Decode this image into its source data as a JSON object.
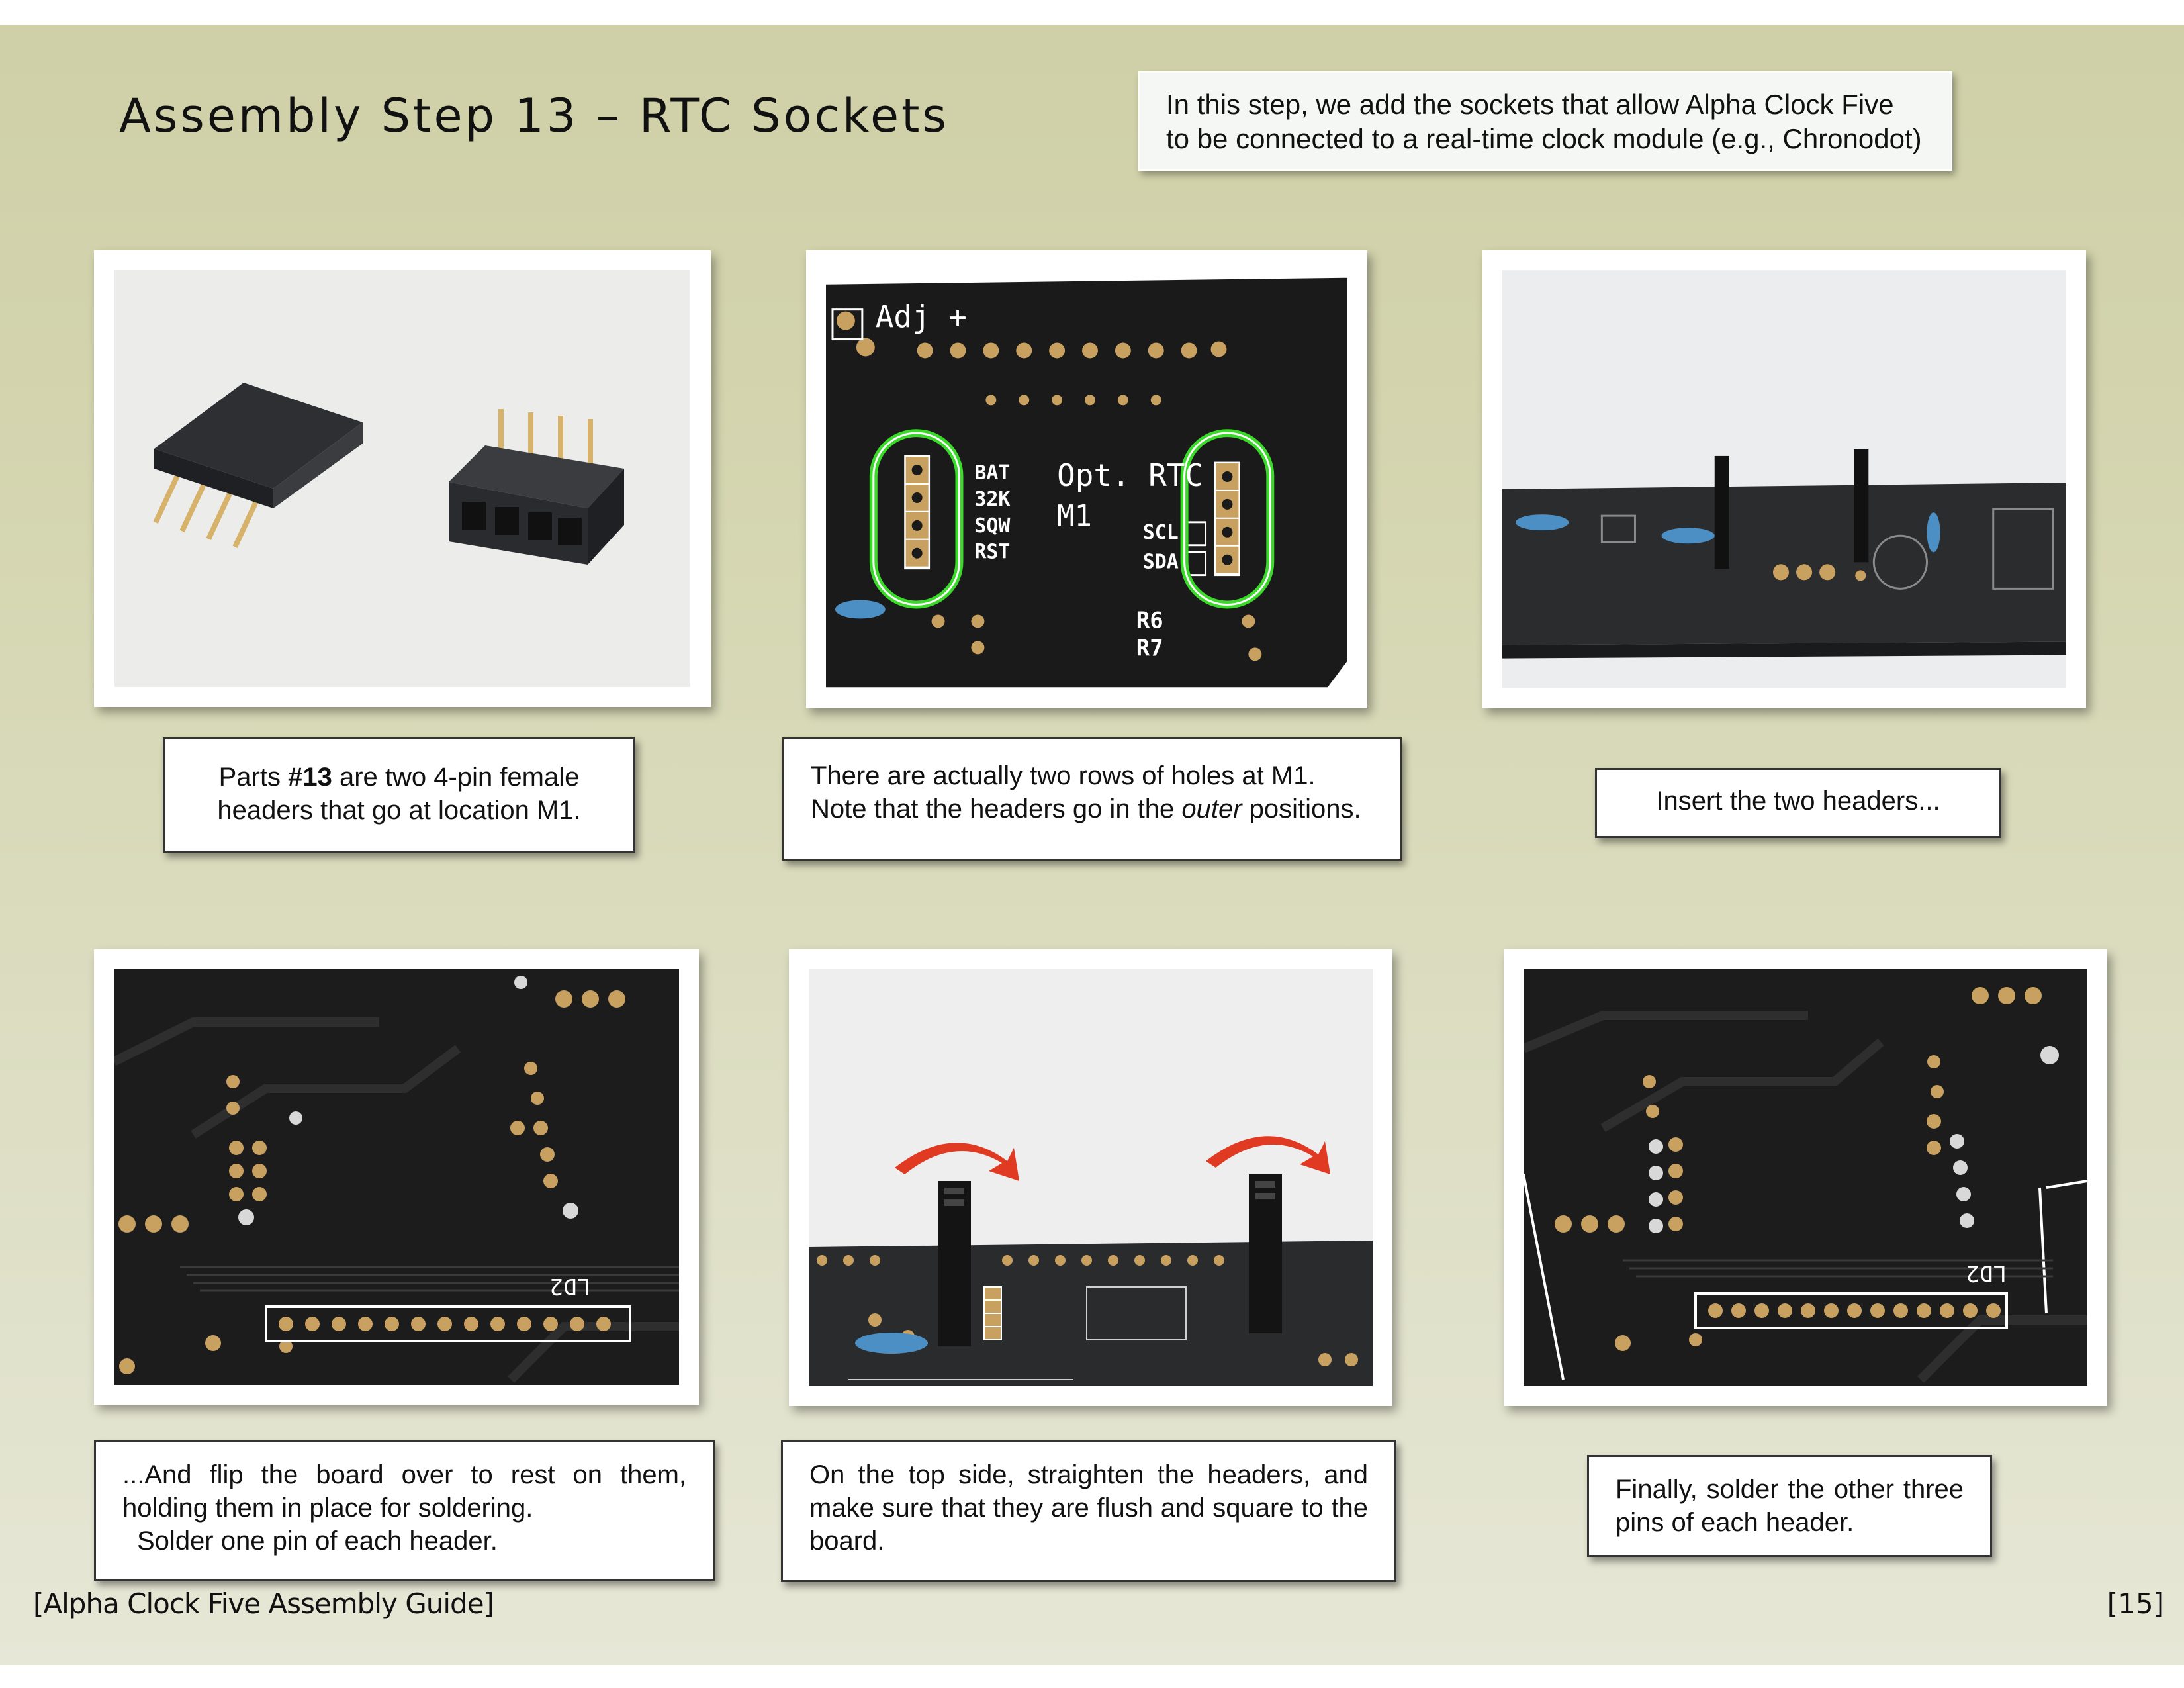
{
  "title": "Assembly Step 13 – RTC Sockets",
  "intro": "In this step, we add the sockets that allow Alpha Clock Five to be connected to a real-time clock module (e.g., Chronodot)",
  "photos": {
    "p2": {
      "adj": "Adj +",
      "left_labels": [
        "BAT",
        "32K",
        "SQW",
        "RST"
      ],
      "opt_rtc": "Opt. RTC",
      "m1": "M1",
      "scl": "SCL",
      "sda": "SDA",
      "r6": "R6",
      "r7": "R7"
    },
    "p4": {
      "ld2": "LD2"
    },
    "p6": {
      "ld2": "LD2"
    }
  },
  "captions": {
    "c1": {
      "before": "Parts ",
      "bold": "#13",
      "after": " are two 4-pin female headers that go at location M1."
    },
    "c2": {
      "line1": "There are actually two rows of holes at M1.",
      "line2_before": "Note that the headers go in the ",
      "line2_italic": "outer",
      "line2_after": " positions."
    },
    "c3": "Insert the two headers...",
    "c4": {
      "line1": "...And flip the board over to rest on them, holding them in place for soldering.",
      "line2": "Solder one pin of each header."
    },
    "c5": "On the top side, straighten the headers, and make sure that they are flush and square to the board.",
    "c6": "Finally, solder the other three pins of each header."
  },
  "footer": {
    "left": "[Alpha Clock Five Assembly Guide]",
    "right": "[15]"
  },
  "colors": {
    "background": "#d6d7b3",
    "pcb": "#1c1c1c",
    "gold": "#c8a060",
    "highlight": "#3bd92a",
    "arrow": "#e03a22"
  }
}
